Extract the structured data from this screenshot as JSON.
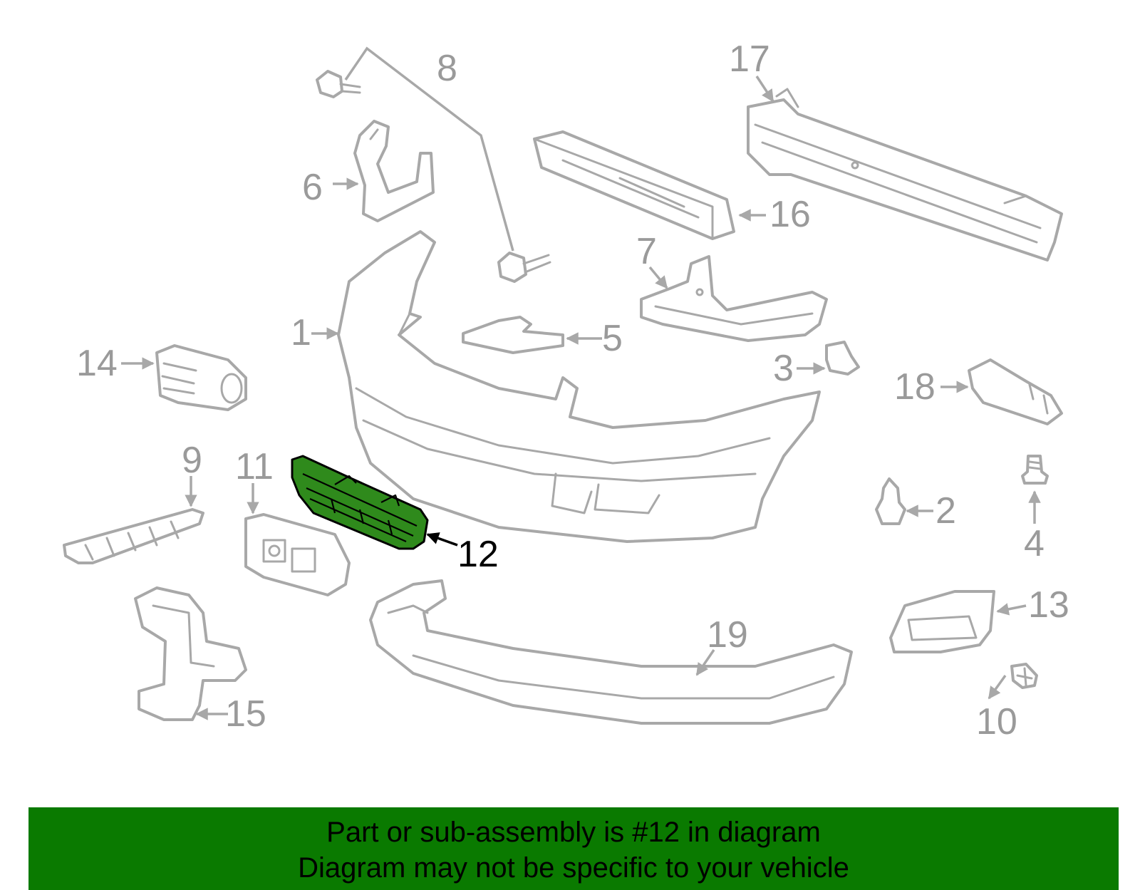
{
  "callouts": {
    "c1": "1",
    "c2": "2",
    "c3": "3",
    "c4": "4",
    "c5": "5",
    "c6": "6",
    "c7": "7",
    "c8": "8",
    "c9": "9",
    "c10": "10",
    "c11": "11",
    "c12": "12",
    "c13": "13",
    "c14": "14",
    "c15": "15",
    "c16": "16",
    "c17": "17",
    "c18": "18",
    "c19": "19"
  },
  "highlighted_part": "12",
  "colors": {
    "highlight_fill": "#2f8a1c",
    "banner_background": "#0a7a00",
    "line_gray": "#a8a8a8"
  },
  "banner": {
    "line1": "Part or sub-assembly is #12 in diagram",
    "line2": "Diagram may not be specific to your vehicle"
  }
}
